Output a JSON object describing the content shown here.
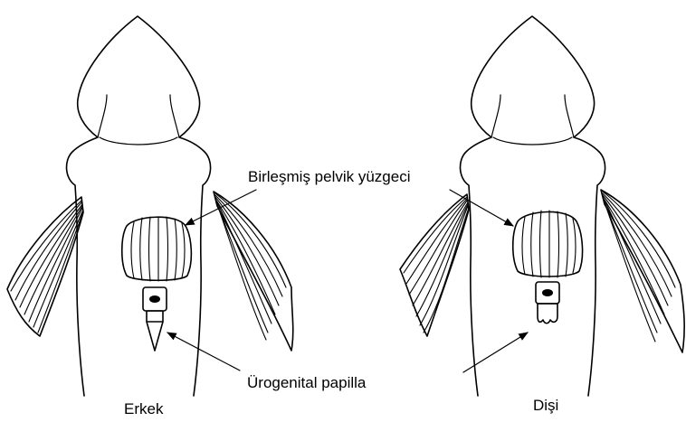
{
  "labels": {
    "pelvic_fin": "Birleşmiş pelvik yüzgeci",
    "urogenital_papilla": "Ürogenital papilla",
    "male": "Erkek",
    "female": "Dişi"
  }
}
